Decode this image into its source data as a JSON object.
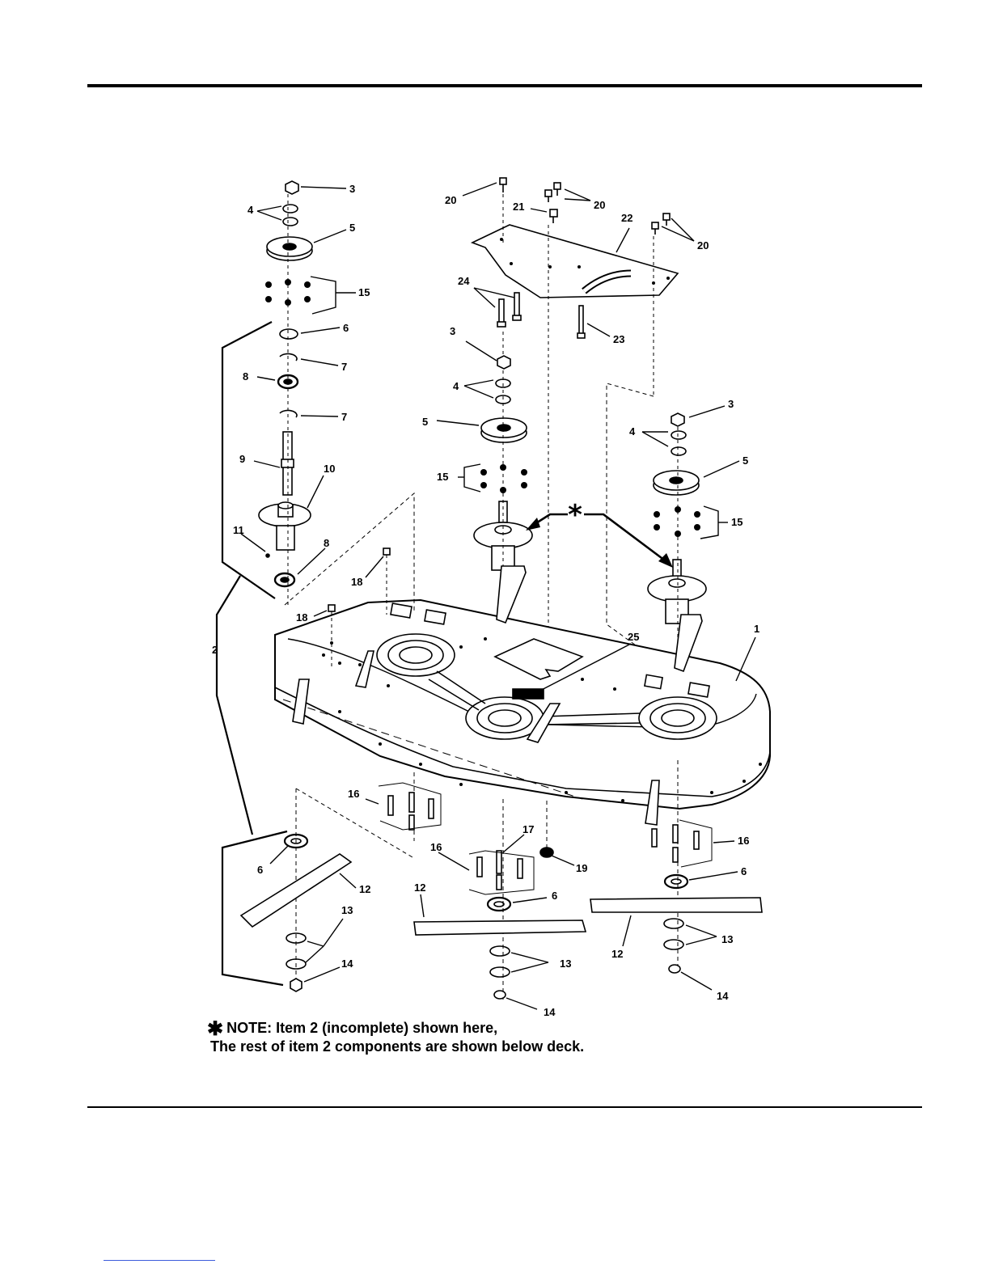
{
  "labels": [
    {
      "id": "l3a",
      "text": "3"
    },
    {
      "id": "l4a",
      "text": "4"
    },
    {
      "id": "l5a",
      "text": "5"
    },
    {
      "id": "l15a",
      "text": "15"
    },
    {
      "id": "l6a",
      "text": "6"
    },
    {
      "id": "l7a",
      "text": "7"
    },
    {
      "id": "l8a",
      "text": "8"
    },
    {
      "id": "l7b",
      "text": "7"
    },
    {
      "id": "l9",
      "text": "9"
    },
    {
      "id": "l10",
      "text": "10"
    },
    {
      "id": "l11",
      "text": "11"
    },
    {
      "id": "l8b",
      "text": "8"
    },
    {
      "id": "l2",
      "text": "2"
    },
    {
      "id": "l18a",
      "text": "18"
    },
    {
      "id": "l18b",
      "text": "18"
    },
    {
      "id": "l20a",
      "text": "20"
    },
    {
      "id": "l21",
      "text": "21"
    },
    {
      "id": "l20b",
      "text": "20"
    },
    {
      "id": "l22",
      "text": "22"
    },
    {
      "id": "l20c",
      "text": "20"
    },
    {
      "id": "l24",
      "text": "24"
    },
    {
      "id": "l23",
      "text": "23"
    },
    {
      "id": "l3b",
      "text": "3"
    },
    {
      "id": "l4b",
      "text": "4"
    },
    {
      "id": "l5b",
      "text": "5"
    },
    {
      "id": "l15b",
      "text": "15"
    },
    {
      "id": "l3c",
      "text": "3"
    },
    {
      "id": "l4c",
      "text": "4"
    },
    {
      "id": "l5c",
      "text": "5"
    },
    {
      "id": "l15c",
      "text": "15"
    },
    {
      "id": "l25",
      "text": "25"
    },
    {
      "id": "l1",
      "text": "1"
    },
    {
      "id": "l16a",
      "text": "16"
    },
    {
      "id": "l17",
      "text": "17"
    },
    {
      "id": "l16b",
      "text": "16"
    },
    {
      "id": "l19",
      "text": "19"
    },
    {
      "id": "l16c",
      "text": "16"
    },
    {
      "id": "l6b",
      "text": "6"
    },
    {
      "id": "l12a",
      "text": "12"
    },
    {
      "id": "l13a",
      "text": "13"
    },
    {
      "id": "l14a",
      "text": "14"
    },
    {
      "id": "l12b",
      "text": "12"
    },
    {
      "id": "l6c",
      "text": "6"
    },
    {
      "id": "l13b",
      "text": "13"
    },
    {
      "id": "l14b",
      "text": "14"
    },
    {
      "id": "l6d",
      "text": "6"
    },
    {
      "id": "l12c",
      "text": "12"
    },
    {
      "id": "l13c",
      "text": "13"
    },
    {
      "id": "l14c",
      "text": "14"
    }
  ],
  "note": {
    "line1": "NOTE: Item 2 (incomplete) shown here,",
    "line2": "The rest of item 2 components are shown below deck."
  }
}
